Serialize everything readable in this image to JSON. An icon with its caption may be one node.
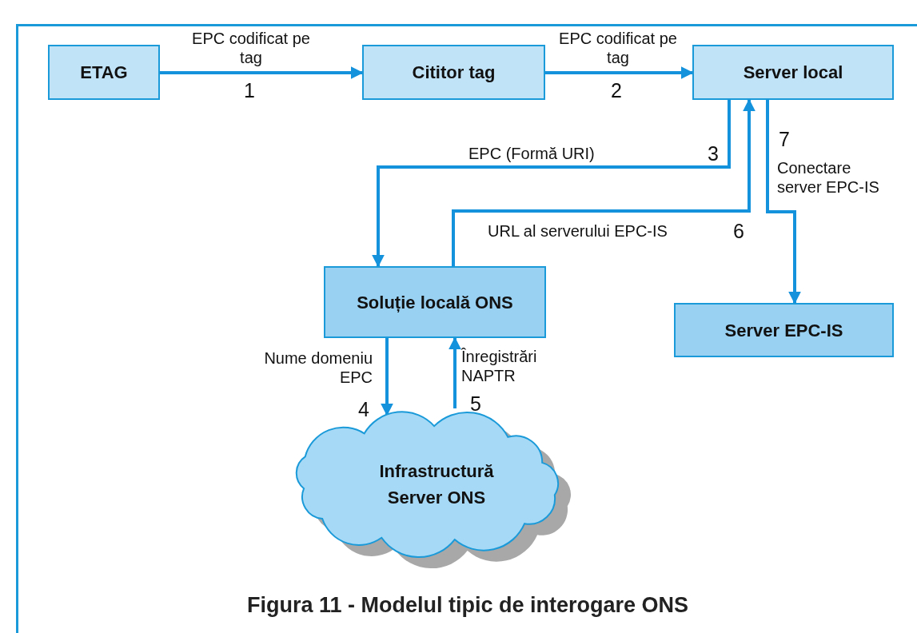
{
  "diagram": {
    "caption": "Figura 11 - Modelul tipic de interogare ONS",
    "nodes": [
      {
        "text": [
          "ETAG"
        ]
      },
      {
        "text": [
          "Cititor tag"
        ]
      },
      {
        "text": [
          "Server local"
        ]
      },
      {
        "text": [
          "Soluție locală ONS"
        ]
      },
      {
        "text": [
          "Server EPC-IS"
        ]
      },
      {
        "text": [
          "Infrastructură Server ONS"
        ]
      }
    ],
    "edges": [
      {
        "from": 0,
        "to": 1,
        "arrow": "to",
        "label": "EPC codificat pe tag"
      },
      {
        "from": 1,
        "to": 2,
        "arrow": "to",
        "label": "EPC codificat pe tag"
      },
      {
        "from": 2,
        "to": 3,
        "arrow": "to",
        "label": "EPC (Formă URI)"
      },
      {
        "from": 3,
        "to": 2,
        "arrow": "to",
        "label": "URL al serverului EPC-IS"
      },
      {
        "from": 2,
        "to": 4,
        "arrow": "to",
        "label": "Conectare server EPC-IS"
      },
      {
        "from": 3,
        "to": 5,
        "arrow": "to",
        "label": "Nume domeniu EPC"
      },
      {
        "from": 5,
        "to": 3,
        "arrow": "to",
        "label": "Înregistrări NAPTR"
      }
    ],
    "labels": [
      "1",
      "2",
      "7",
      "3",
      "6",
      "5",
      "4"
    ]
  }
}
